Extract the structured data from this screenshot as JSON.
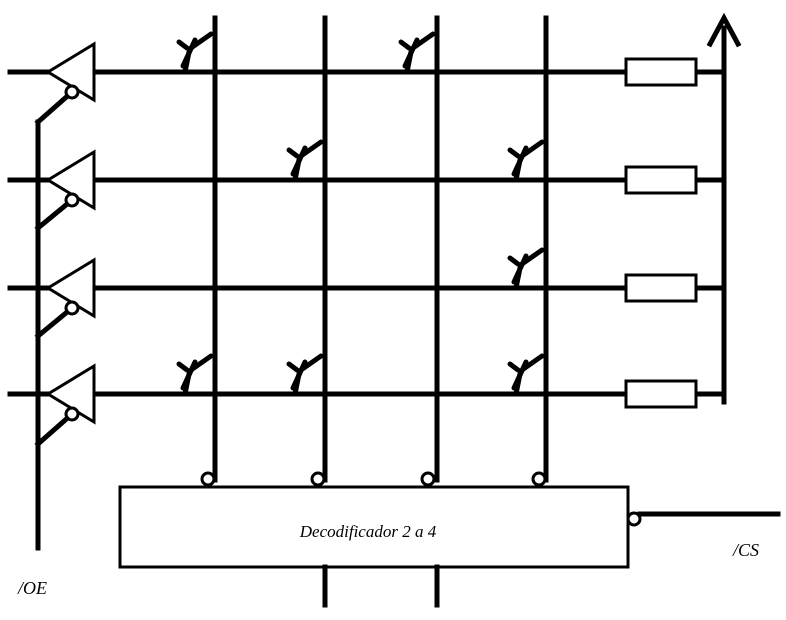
{
  "decoder_label": "Decodificador 2 a 4",
  "oe_label": "/OE",
  "cs_label": "/CS",
  "row_count": 4,
  "column_count": 4,
  "cell_matrix": [
    [
      true,
      false,
      true,
      false
    ],
    [
      false,
      true,
      false,
      true
    ],
    [
      false,
      false,
      false,
      true
    ],
    [
      true,
      true,
      false,
      true
    ]
  ]
}
